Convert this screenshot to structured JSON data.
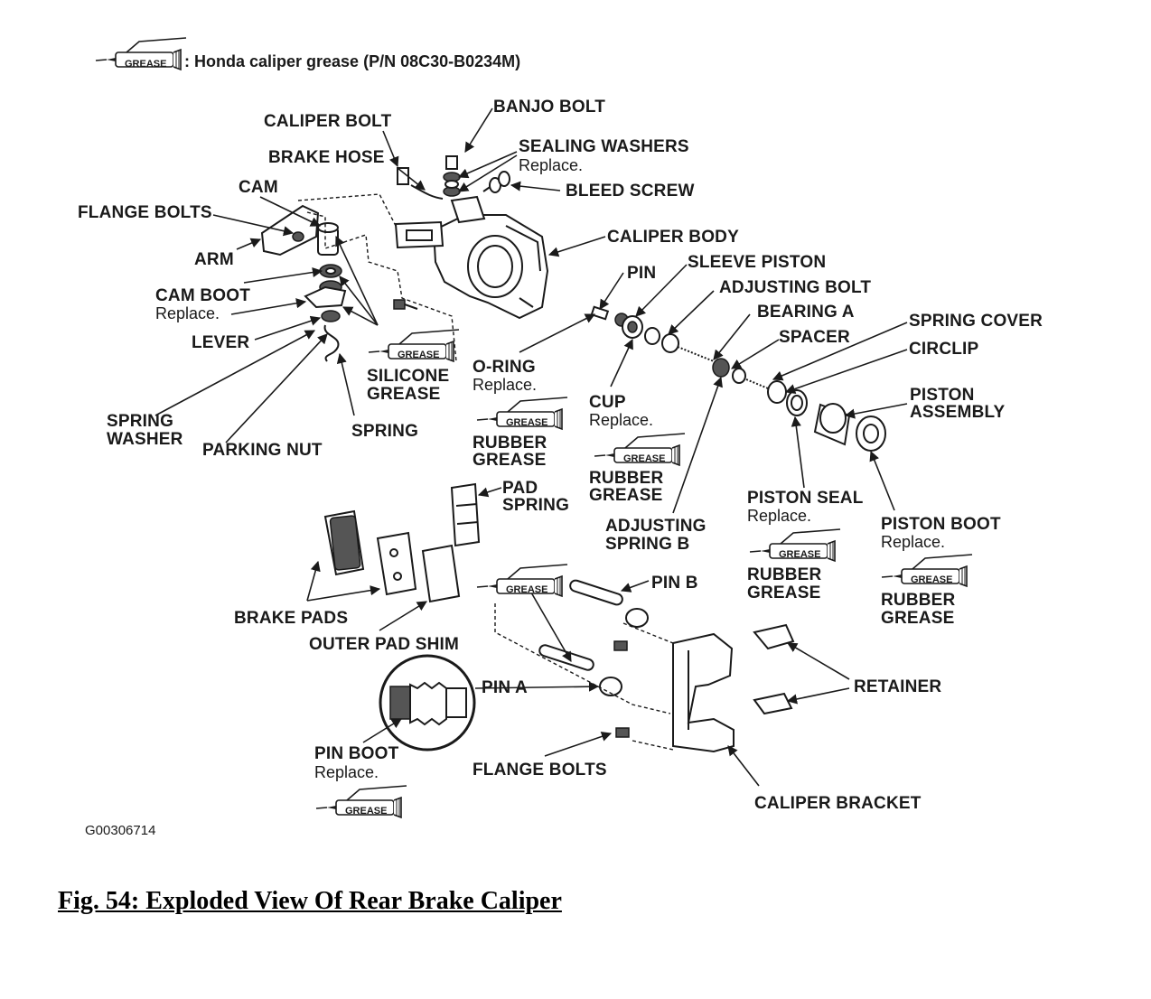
{
  "legend": {
    "tube_label": "GREASE",
    "text": ": Honda caliper grease (P/N 08C30-B0234M)"
  },
  "labels": {
    "caliper_bolt": "CALIPER BOLT",
    "banjo_bolt": "BANJO BOLT",
    "sealing_washers": "SEALING WASHERS",
    "sealing_washers_note": "Replace.",
    "brake_hose": "BRAKE HOSE",
    "bleed_screw": "BLEED SCREW",
    "cam": "CAM",
    "flange_bolts_top": "FLANGE BOLTS",
    "caliper_body": "CALIPER BODY",
    "arm": "ARM",
    "pin": "PIN",
    "sleeve_piston": "SLEEVE PISTON",
    "adjusting_bolt": "ADJUSTING BOLT",
    "cam_boot": "CAM BOOT",
    "cam_boot_note": "Replace.",
    "bearing_a": "BEARING A",
    "spring_cover": "SPRING COVER",
    "lever": "LEVER",
    "spacer": "SPACER",
    "circlip": "CIRCLIP",
    "silicone": "SILICONE",
    "grease": "GREASE",
    "o_ring": "O-RING",
    "o_ring_note": "Replace.",
    "piston": "PISTON",
    "assembly": "ASSEMBLY",
    "cup": "CUP",
    "cup_note": "Replace.",
    "spring_washer_1": "SPRING",
    "spring_washer_2": "WASHER",
    "spring": "SPRING",
    "parking_nut": "PARKING NUT",
    "rubber": "RUBBER",
    "pad": "PAD",
    "pad_spring": "SPRING",
    "piston_seal": "PISTON SEAL",
    "piston_seal_note": "Replace.",
    "piston_boot": "PISTON BOOT",
    "piston_boot_note": "Replace.",
    "adjusting": "ADJUSTING",
    "spring_b": "SPRING B",
    "pin_b": "PIN B",
    "brake_pads": "BRAKE PADS",
    "outer_pad_shim": "OUTER PAD SHIM",
    "retainer": "RETAINER",
    "pin_a": "PIN A",
    "pin_boot": "PIN BOOT",
    "pin_boot_note": "Replace.",
    "flange_bolts_bottom": "FLANGE BOLTS",
    "caliper_bracket": "CALIPER BRACKET"
  },
  "figure_code": "G00306714",
  "caption": "Fig. 54: Exploded View Of Rear Brake Caliper"
}
